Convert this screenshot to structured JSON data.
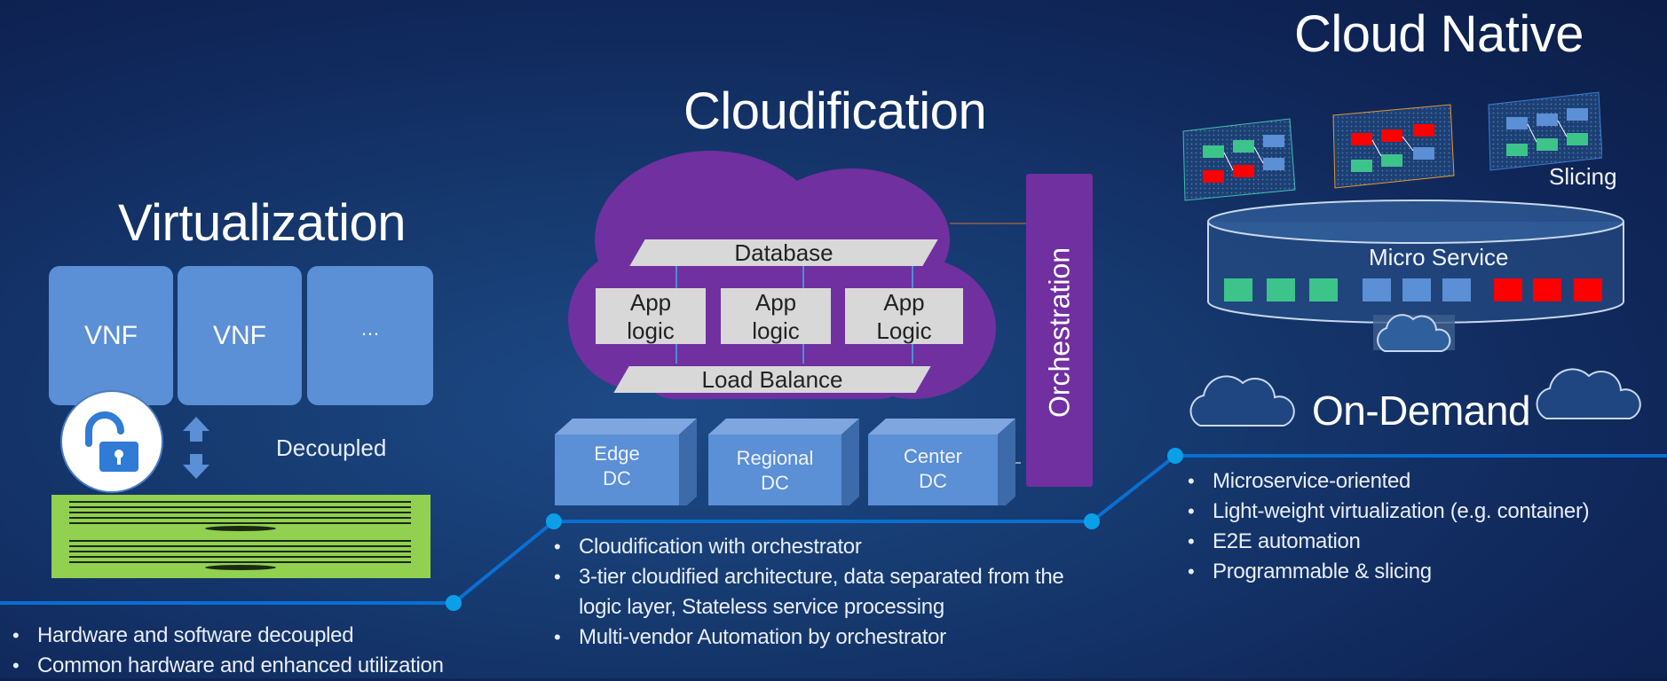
{
  "virtualization": {
    "title": "Virtualization",
    "vnf_1": "VNF",
    "vnf_2": "VNF",
    "vnf_3": "…",
    "decoupled_label": "Decoupled",
    "bullets": [
      "Hardware and software decoupled",
      "Common hardware and enhanced utilization"
    ]
  },
  "cloudification": {
    "title": "Cloudification",
    "database_label": "Database",
    "app1_line1": "App",
    "app1_line2": "logic",
    "app2_line1": "App",
    "app2_line2": "logic",
    "app3_line1": "App",
    "app3_line2": "Logic",
    "load_balance_label": "Load Balance",
    "orchestration_label": "Orchestration",
    "dc_edge_line1": "Edge",
    "dc_edge_line2": "DC",
    "dc_regional_line1": "Regional",
    "dc_regional_line2": "DC",
    "dc_center_line1": "Center",
    "dc_center_line2": "DC",
    "bullets": [
      "Cloudification with orchestrator",
      "3-tier cloudified architecture, data separated  from the logic layer, Stateless service processing",
      "Multi-vendor Automation by orchestrator"
    ]
  },
  "cloud_native": {
    "title": "Cloud Native",
    "slicing_label": "Slicing",
    "micro_service_label": "Micro Service",
    "on_demand_label": "On-Demand",
    "bullets": [
      "Microservice-oriented",
      "Light-weight virtualization (e.g. container)",
      "E2E automation",
      "Programmable & slicing"
    ]
  },
  "colors": {
    "purple": "#7030a0",
    "vnf_blue": "#5b8fd6",
    "hardware_green": "#92d050",
    "timeline_blue": "#0a6fd1",
    "node_cyan": "#0aa0e8",
    "slice_green": "#3cc48a",
    "slice_red": "#ff0000",
    "slice_blue": "#5b8fd6"
  },
  "icons": [
    "unlock-icon",
    "double-arrow-icon",
    "cloud-icon",
    "hardware-server-icon"
  ]
}
